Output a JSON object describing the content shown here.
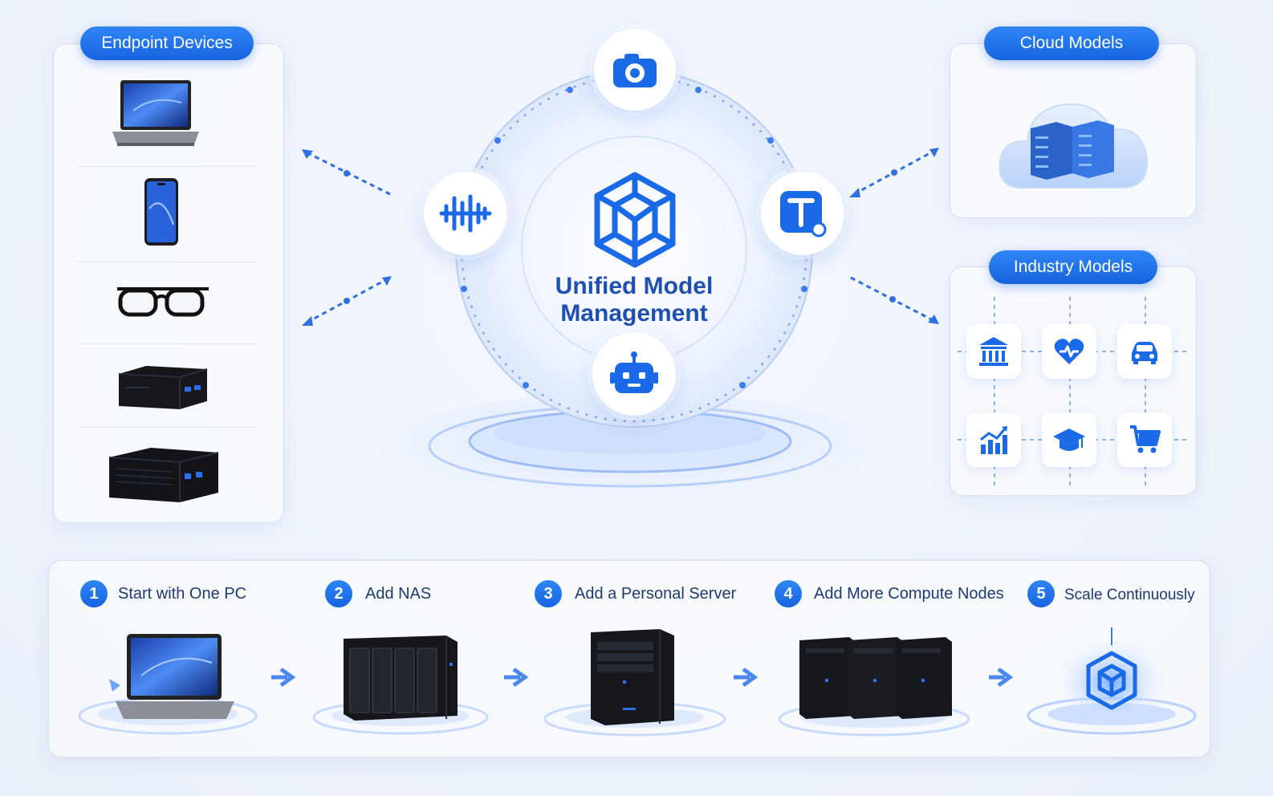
{
  "panels": {
    "endpoint": {
      "title": "Endpoint Devices"
    },
    "cloud": {
      "title": "Cloud Models"
    },
    "industry": {
      "title": "Industry Models"
    }
  },
  "hub": {
    "title_line1": "Unified Model",
    "title_line2": "Management",
    "nodes": [
      "camera-icon",
      "audio-wave-icon",
      "text-icon",
      "robot-icon"
    ]
  },
  "endpoint_devices": [
    "laptop",
    "smartphone",
    "smart-glasses",
    "mini-pc",
    "compact-server"
  ],
  "industry_icons": [
    "bank-icon",
    "health-icon",
    "car-icon",
    "finance-chart-icon",
    "education-icon",
    "cart-icon"
  ],
  "steps": [
    {
      "num": "1",
      "label": "Start with One PC"
    },
    {
      "num": "2",
      "label": "Add NAS"
    },
    {
      "num": "3",
      "label": "Add a Personal Server"
    },
    {
      "num": "4",
      "label": "Add More Compute Nodes"
    },
    {
      "num": "5",
      "label": "Scale Continuously"
    }
  ],
  "colors": {
    "accent": "#1a6ae8",
    "accent_dark": "#1f4fb0",
    "panel_border": "#d3def0"
  }
}
